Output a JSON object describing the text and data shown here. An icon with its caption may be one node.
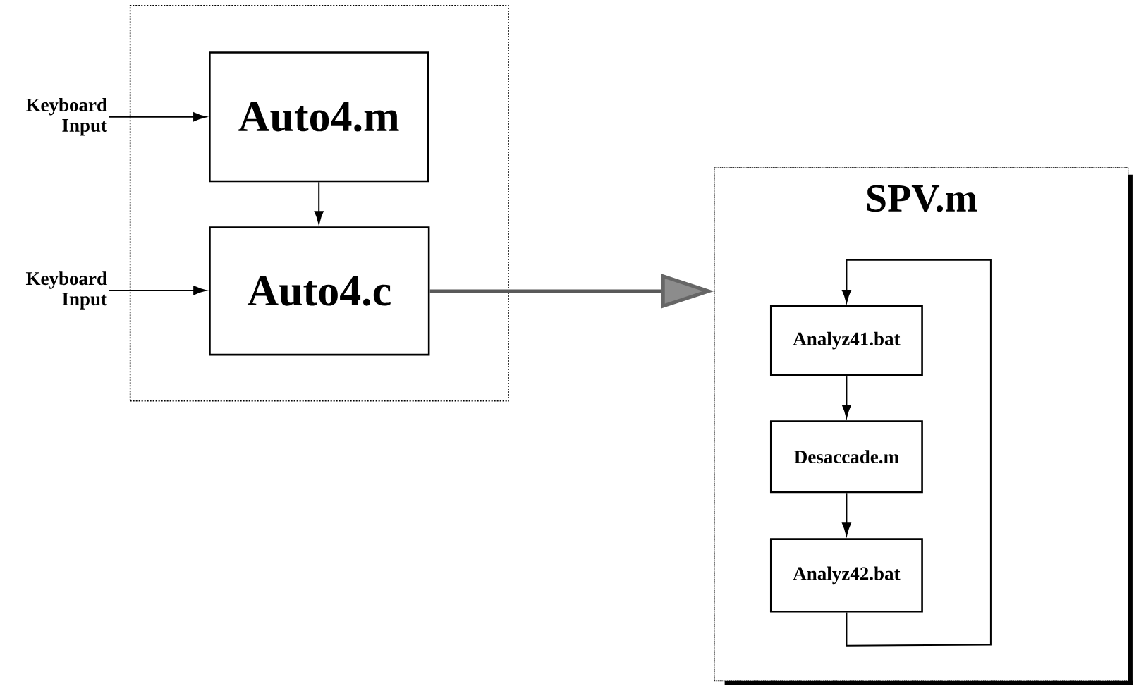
{
  "diagram": {
    "nodes": [
      {
        "text": [],
        "shape": "box"
      },
      {
        "text": [
          "Auto4.m"
        ],
        "in": 0
      },
      {
        "text": [
          "Auto4.c"
        ],
        "in": 0
      },
      {
        "text": [
          "Keyboard Input"
        ]
      },
      {
        "text": [
          "Keyboard Input"
        ]
      },
      {
        "text": [
          "SPV.m"
        ]
      },
      {
        "text": [
          "Analyz41.bat"
        ],
        "in": 5
      },
      {
        "text": [
          "Desaccade.m"
        ],
        "in": 5
      },
      {
        "text": [
          "Analyz42.bat"
        ],
        "in": 5
      }
    ],
    "edges": [
      {
        "from": 3,
        "to": 1,
        "arrow": "to"
      },
      {
        "from": 4,
        "to": 2,
        "arrow": "to"
      },
      {
        "from": 1,
        "to": 2,
        "arrow": "to"
      },
      {
        "from": 2,
        "to": 5,
        "arrow": "to",
        "style": "thick"
      },
      {
        "from": 6,
        "to": 7,
        "arrow": "to"
      },
      {
        "from": 7,
        "to": 8,
        "arrow": "to"
      },
      {
        "from": 8,
        "to": 6,
        "arrow": "to"
      }
    ]
  }
}
